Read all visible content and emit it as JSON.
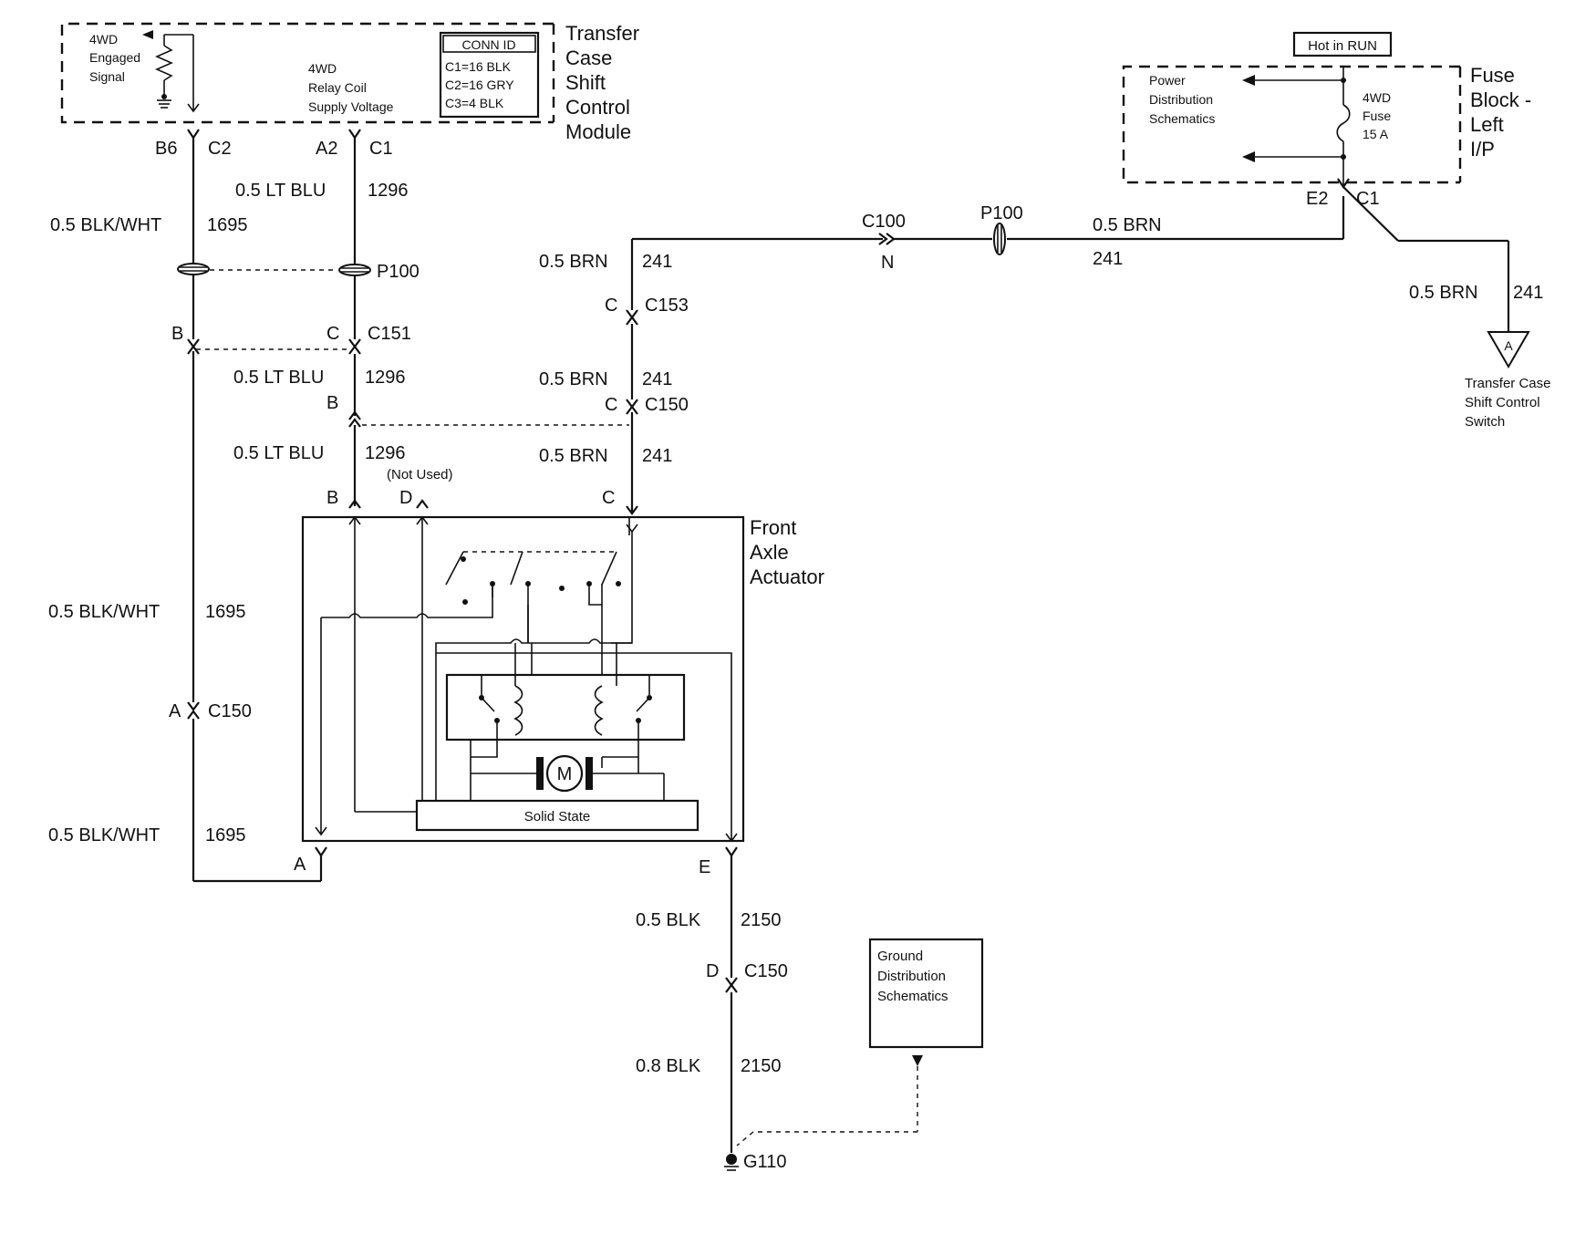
{
  "tcscm": {
    "title_lines": [
      "Transfer",
      "Case",
      "Shift",
      "Control",
      "Module"
    ],
    "engaged_signal_lines": [
      "4WD",
      "Engaged",
      "Signal"
    ],
    "relay_coil_lines": [
      "4WD",
      "Relay Coil",
      "Supply Voltage"
    ],
    "conn_id": {
      "header": "CONN ID",
      "rows": [
        "C1=16 BLK",
        "C2=16 GRY",
        "C3=4 BLK"
      ]
    },
    "pins": {
      "left_pin": "B6",
      "left_conn": "C2",
      "right_pin": "A2",
      "right_conn": "C1"
    }
  },
  "fuse_block": {
    "hot_label": "Hot in RUN",
    "title_lines": [
      "Fuse",
      "Block -",
      "Left",
      "I/P"
    ],
    "power_dist_lines": [
      "Power",
      "Distribution",
      "Schematics"
    ],
    "fuse_lines": [
      "4WD",
      "Fuse",
      "15 A"
    ],
    "pin": "E2",
    "conn": "C1"
  },
  "circuits": {
    "c1695_top": {
      "wire": "0.5 BLK/WHT",
      "num": "1695"
    },
    "c1296_top": {
      "wire": "0.5 LT BLU",
      "num": "1296"
    },
    "p100_left": "P100",
    "c151": {
      "left_pin": "B",
      "right_pin": "C",
      "conn": "C151"
    },
    "c1296_mid": {
      "wire": "0.5 LT BLU",
      "num": "1296",
      "pin": "B"
    },
    "c1296_low": {
      "wire": "0.5 LT BLU",
      "num": "1296"
    },
    "not_used": "(Not Used)",
    "actuator_pins": {
      "b": "B",
      "d": "D",
      "c": "C",
      "a": "A",
      "e": "E"
    },
    "c1695_mid": {
      "wire": "0.5 BLK/WHT",
      "num": "1695"
    },
    "c150_left": {
      "pin": "A",
      "conn": "C150"
    },
    "c1695_low": {
      "wire": "0.5 BLK/WHT",
      "num": "1695"
    },
    "c241_top": {
      "wire": "0.5 BRN",
      "num": "241"
    },
    "c153": {
      "pin": "C",
      "conn": "C153"
    },
    "c241_mid": {
      "wire": "0.5 BRN",
      "num": "241"
    },
    "c150_mid": {
      "pin": "C",
      "conn": "C150"
    },
    "c241_low": {
      "wire": "0.5 BRN",
      "num": "241"
    },
    "c100": {
      "conn": "C100",
      "pin": "N"
    },
    "p100_right": "P100",
    "c241_fuse": {
      "wire": "0.5 BRN",
      "num": "241"
    },
    "c241_right": {
      "wire": "0.5 BRN",
      "num": "241"
    },
    "c2150_top": {
      "wire": "0.5 BLK",
      "num": "2150"
    },
    "c150_low": {
      "pin": "D",
      "conn": "C150"
    },
    "c2150_low": {
      "wire": "0.8 BLK",
      "num": "2150"
    },
    "ground": "G110"
  },
  "actuator": {
    "title_lines": [
      "Front",
      "Axle",
      "Actuator"
    ],
    "solid_state": "Solid State",
    "motor": "M"
  },
  "ground_dist_lines": [
    "Ground",
    "Distribution",
    "Schematics"
  ],
  "transfer_switch": {
    "symbol": "A",
    "lines": [
      "Transfer Case",
      "Shift Control",
      "Switch"
    ]
  }
}
